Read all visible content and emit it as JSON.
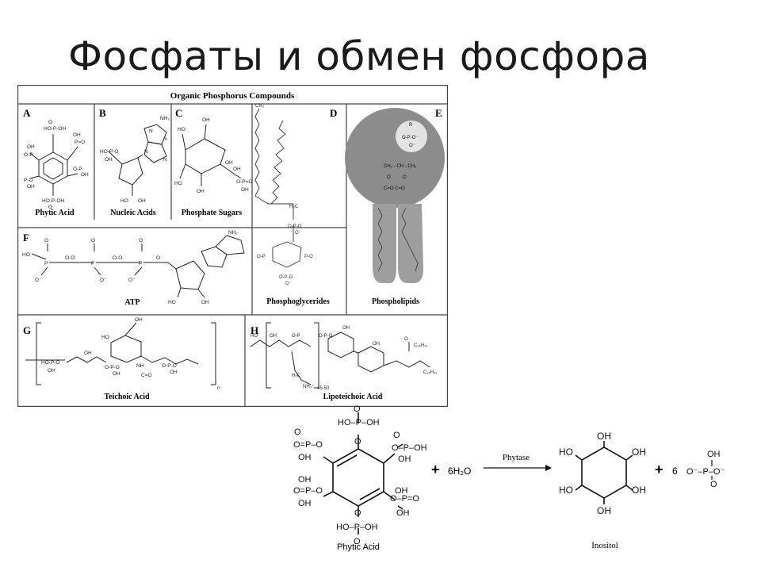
{
  "slide": {
    "title": "Фосфаты и обмен фосфора"
  },
  "figure": {
    "header": "Organic Phosphorus Compounds",
    "panels": [
      {
        "letter": "A",
        "caption": "Phytic Acid"
      },
      {
        "letter": "B",
        "caption": "Nucleic Acids"
      },
      {
        "letter": "C",
        "caption": "Phosphate Sugars"
      },
      {
        "letter": "D",
        "caption": "Phosphoglycerides"
      },
      {
        "letter": "E",
        "caption": "Phospholipids"
      },
      {
        "letter": "F",
        "caption": "ATP"
      },
      {
        "letter": "G",
        "caption": "Teichoic Acid"
      },
      {
        "letter": "H",
        "caption": "Lipoteichoic Acid"
      }
    ],
    "atoms": {
      "oh": "OH",
      "ho": "HO",
      "p": "P",
      "o": "O",
      "o_minus": "O⁻",
      "nh2": "NH₂",
      "r": "R",
      "ch2": "CH₂",
      "ch": "CH",
      "ch3": "CH₃",
      "c": "C"
    }
  },
  "reaction": {
    "reactant": "Phytic Acid",
    "plus1": "+",
    "water": "6H₂O",
    "enzyme": "Phytase",
    "product": "Inositol",
    "plus2": "+",
    "coef": "6"
  }
}
